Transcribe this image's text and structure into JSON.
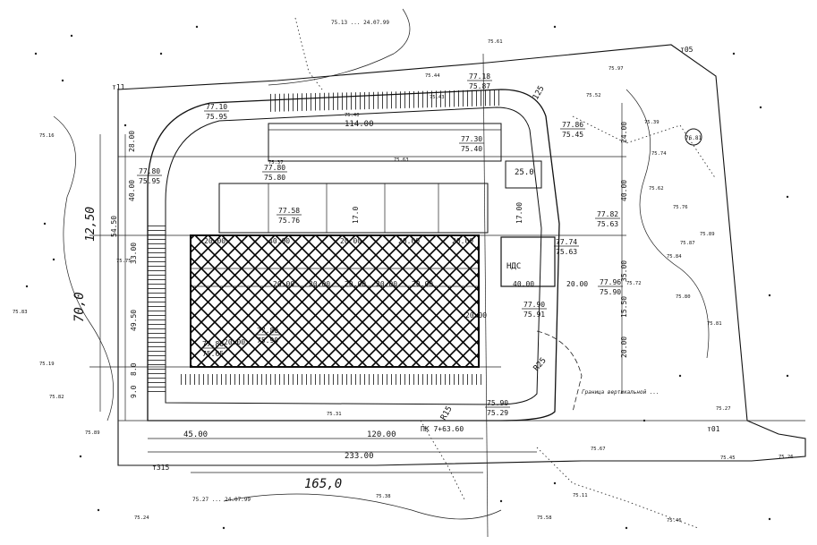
{
  "sheet": {
    "top_note_1": "75.13 ... 24.07.99",
    "top_note_2": "75.27 ... 24.07.99",
    "survey_point_top_right": "т05",
    "survey_point_top_left": "т11",
    "survey_point_bottom_left": "т315",
    "survey_point_bottom_right": "т01",
    "circled_mark": "76.81"
  },
  "dimensions": {
    "top_length": "114.00",
    "bottom_total": "233.00",
    "bottom_segment_1": "45.00",
    "bottom_segment_2": "120.00",
    "bottom_overall": "165,0",
    "left_overall": "70,0",
    "left_sub": "12,50",
    "left_28": "28.00",
    "left_40": "40.00",
    "left_54": "54.50",
    "left_33": "33.00",
    "left_49": "49.50",
    "left_9": "9.0",
    "left_8": "8.0",
    "right_24": "24.00",
    "right_40": "40.00",
    "right_35": "35.00",
    "right_15": "15.50",
    "right_20": "20.00",
    "inner_25": "25.0",
    "inner_17a": "17.00",
    "inner_17b": "17.0",
    "inner_40": "40.00",
    "inner_20": "20.00",
    "chainage": "ПК 7+63.60",
    "radius_r15": "R15",
    "radius_r25": "R25",
    "radius_125": "125",
    "nds_label": "НДС",
    "boundary_note": "Граница вертикальной ...",
    "grid_labels": [
      "20.00",
      "40.00",
      "20.00",
      "20.00",
      "20.00",
      "20.00",
      "20.00",
      "20.00",
      "20.00",
      "20.00",
      "20.00",
      "20.00"
    ]
  },
  "elevations": [
    {
      "top": "77.10",
      "bottom": "75.95"
    },
    {
      "top": "77.18",
      "bottom": "75.87"
    },
    {
      "top": "77.86",
      "bottom": "75.45"
    },
    {
      "top": "77.80",
      "bottom": "75.95"
    },
    {
      "top": "77.80",
      "bottom": "75.80"
    },
    {
      "top": "77.30",
      "bottom": "75.40"
    },
    {
      "top": "77.58",
      "bottom": "75.76"
    },
    {
      "top": "77.82",
      "bottom": "75.63"
    },
    {
      "top": "77.74",
      "bottom": "75.63"
    },
    {
      "top": "77.96",
      "bottom": "75.90"
    },
    {
      "top": "77.90",
      "bottom": "75.91"
    },
    {
      "top": "77.80",
      "bottom": "75.65"
    },
    {
      "top": "77.80",
      "bottom": "75.90"
    },
    {
      "top": "75.90",
      "bottom": "75.29"
    }
  ],
  "spot_heights": [
    "75.44",
    "75.61",
    "75.97",
    "75.52",
    "75.39",
    "75.74",
    "75.62",
    "75.76",
    "75.89",
    "75.87",
    "75.84",
    "75.81",
    "75.80",
    "75.40",
    "75.43",
    "75.63",
    "75.37",
    "75.16",
    "75.19",
    "75.24",
    "75.83",
    "75.82",
    "75.89",
    "75.38",
    "75.11",
    "75.27",
    "75.45",
    "75.46",
    "75.26",
    "75.75",
    "75.72",
    "75.31",
    "75.67",
    "75.58"
  ]
}
